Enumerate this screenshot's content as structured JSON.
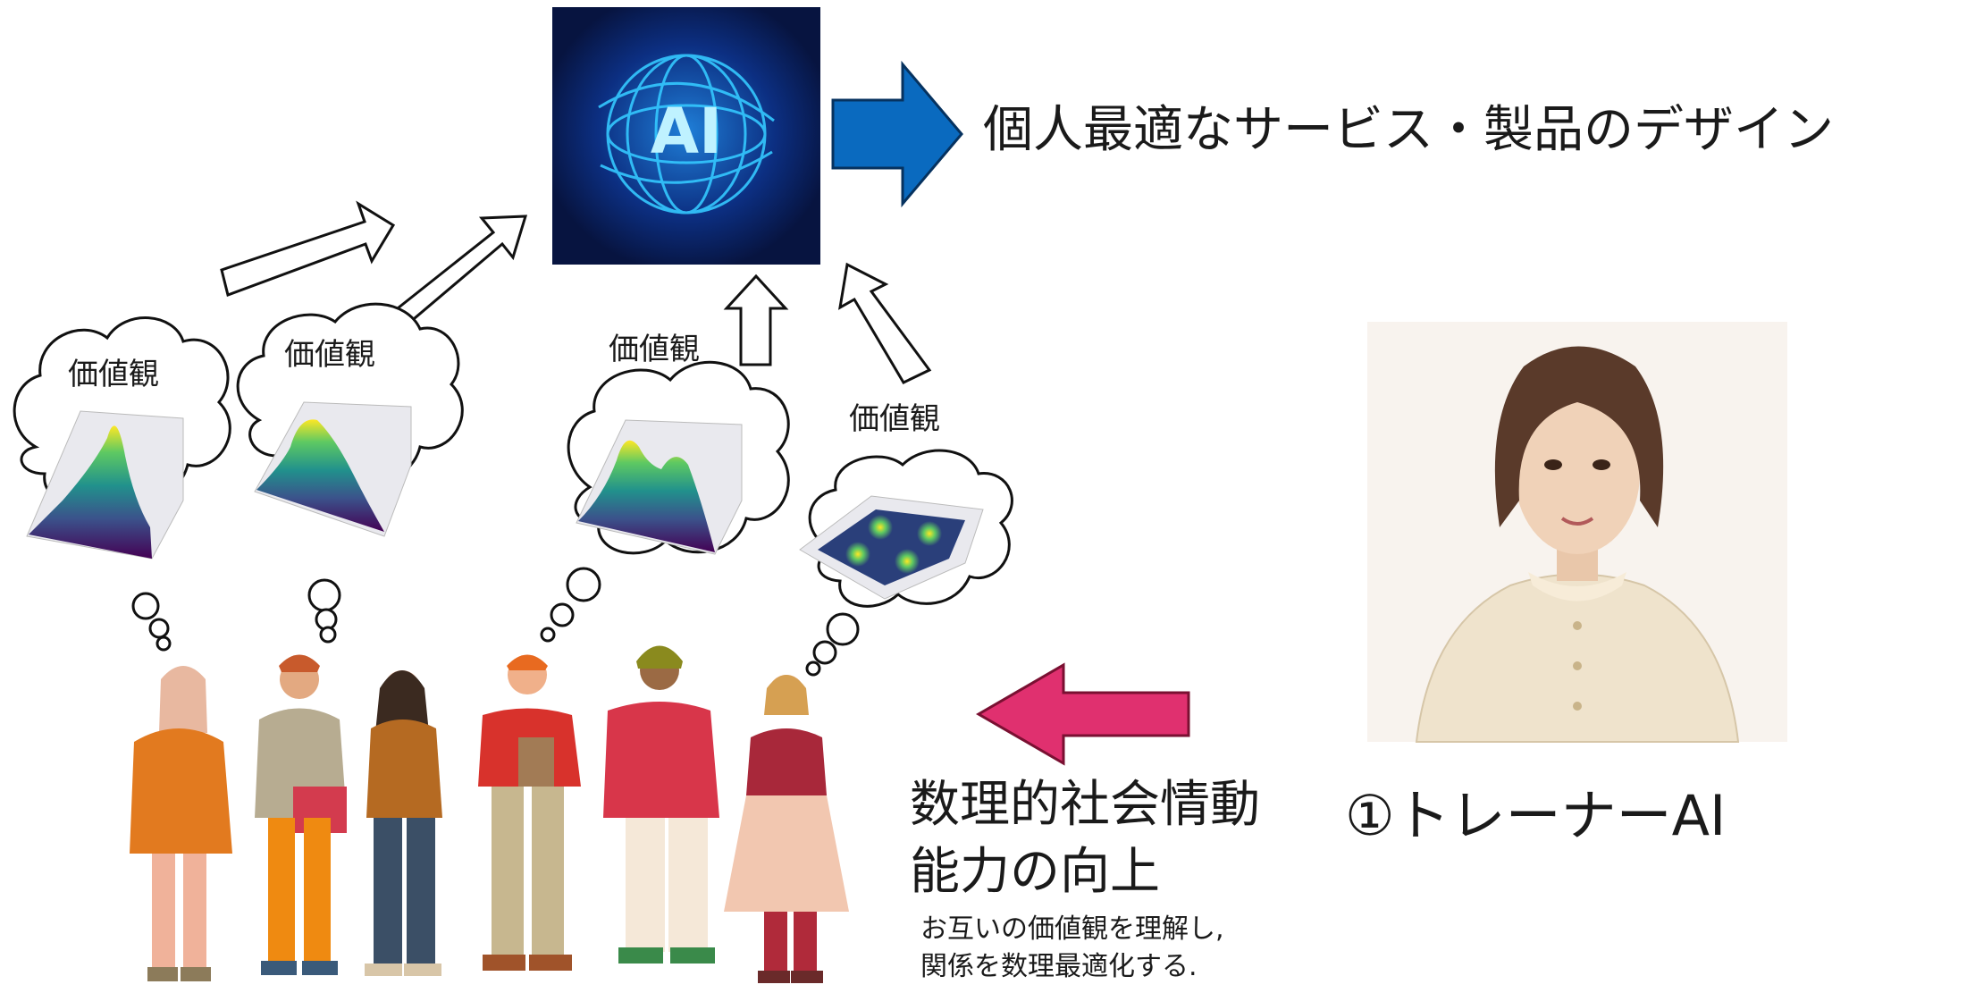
{
  "ai_box": {
    "label": "AI",
    "bg": "#0b1d54",
    "glow": "#2ec6ff"
  },
  "output_text": "個人最適なサービス・製品のデザイン",
  "value_labels": [
    "価値観",
    "価値観",
    "価値観",
    "価値観"
  ],
  "trainer_label": "①トレーナーAI",
  "improvement": {
    "line1": "数理的社会情動",
    "line2": "能力の向上",
    "note1": "お互いの価値観を理解し,",
    "note2": "関係を数理最適化する."
  },
  "colors": {
    "blue_arrow": "#0a6abf",
    "pink_arrow": "#e0306f",
    "viridis": [
      "#440154",
      "#3b528b",
      "#21918c",
      "#5ec962",
      "#fde725"
    ]
  }
}
